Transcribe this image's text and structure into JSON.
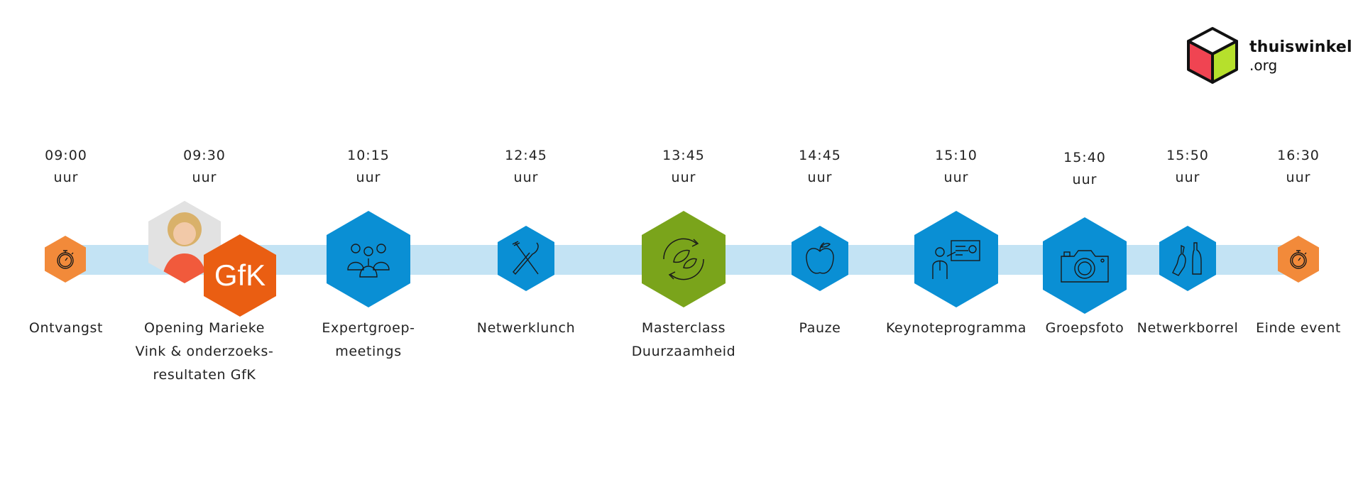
{
  "brand": {
    "name": "thuiswinkel",
    "tld": ".org"
  },
  "colors": {
    "track": "#c3e3f4",
    "blue": "#0a8fd4",
    "green": "#7aa41b",
    "orange": "#f28a3a",
    "gfk_orange": "#ea5e12"
  },
  "events": [
    {
      "time": "09:00",
      "unit": "uur",
      "label": "Ontvangst",
      "icon": "stopwatch-icon"
    },
    {
      "time": "09:30",
      "unit": "uur",
      "label_lines": [
        "Opening Marieke",
        "Vink & onderzoeks-",
        "resultaten GfK"
      ],
      "icon": "speaker-photo",
      "badge": "GfK"
    },
    {
      "time": "10:15",
      "unit": "uur",
      "label_lines": [
        "Expertgroep-",
        "meetings"
      ],
      "icon": "people-group-icon"
    },
    {
      "time": "12:45",
      "unit": "uur",
      "label": "Netwerklunch",
      "icon": "fork-knife-icon"
    },
    {
      "time": "13:45",
      "unit": "uur",
      "label_lines": [
        "Masterclass",
        "Duurzaamheid"
      ],
      "icon": "leaves-cycle-icon"
    },
    {
      "time": "14:45",
      "unit": "uur",
      "label": "Pauze",
      "icon": "apple-icon"
    },
    {
      "time": "15:10",
      "unit": "uur",
      "label": "Keynoteprogramma",
      "icon": "presenter-icon"
    },
    {
      "time": "15:40",
      "unit": "uur",
      "label": "Groepsfoto",
      "icon": "camera-icon"
    },
    {
      "time": "15:50",
      "unit": "uur",
      "label": "Netwerkborrel",
      "icon": "bottles-icon"
    },
    {
      "time": "16:30",
      "unit": "uur",
      "label": "Einde event",
      "icon": "stopwatch-icon"
    }
  ]
}
